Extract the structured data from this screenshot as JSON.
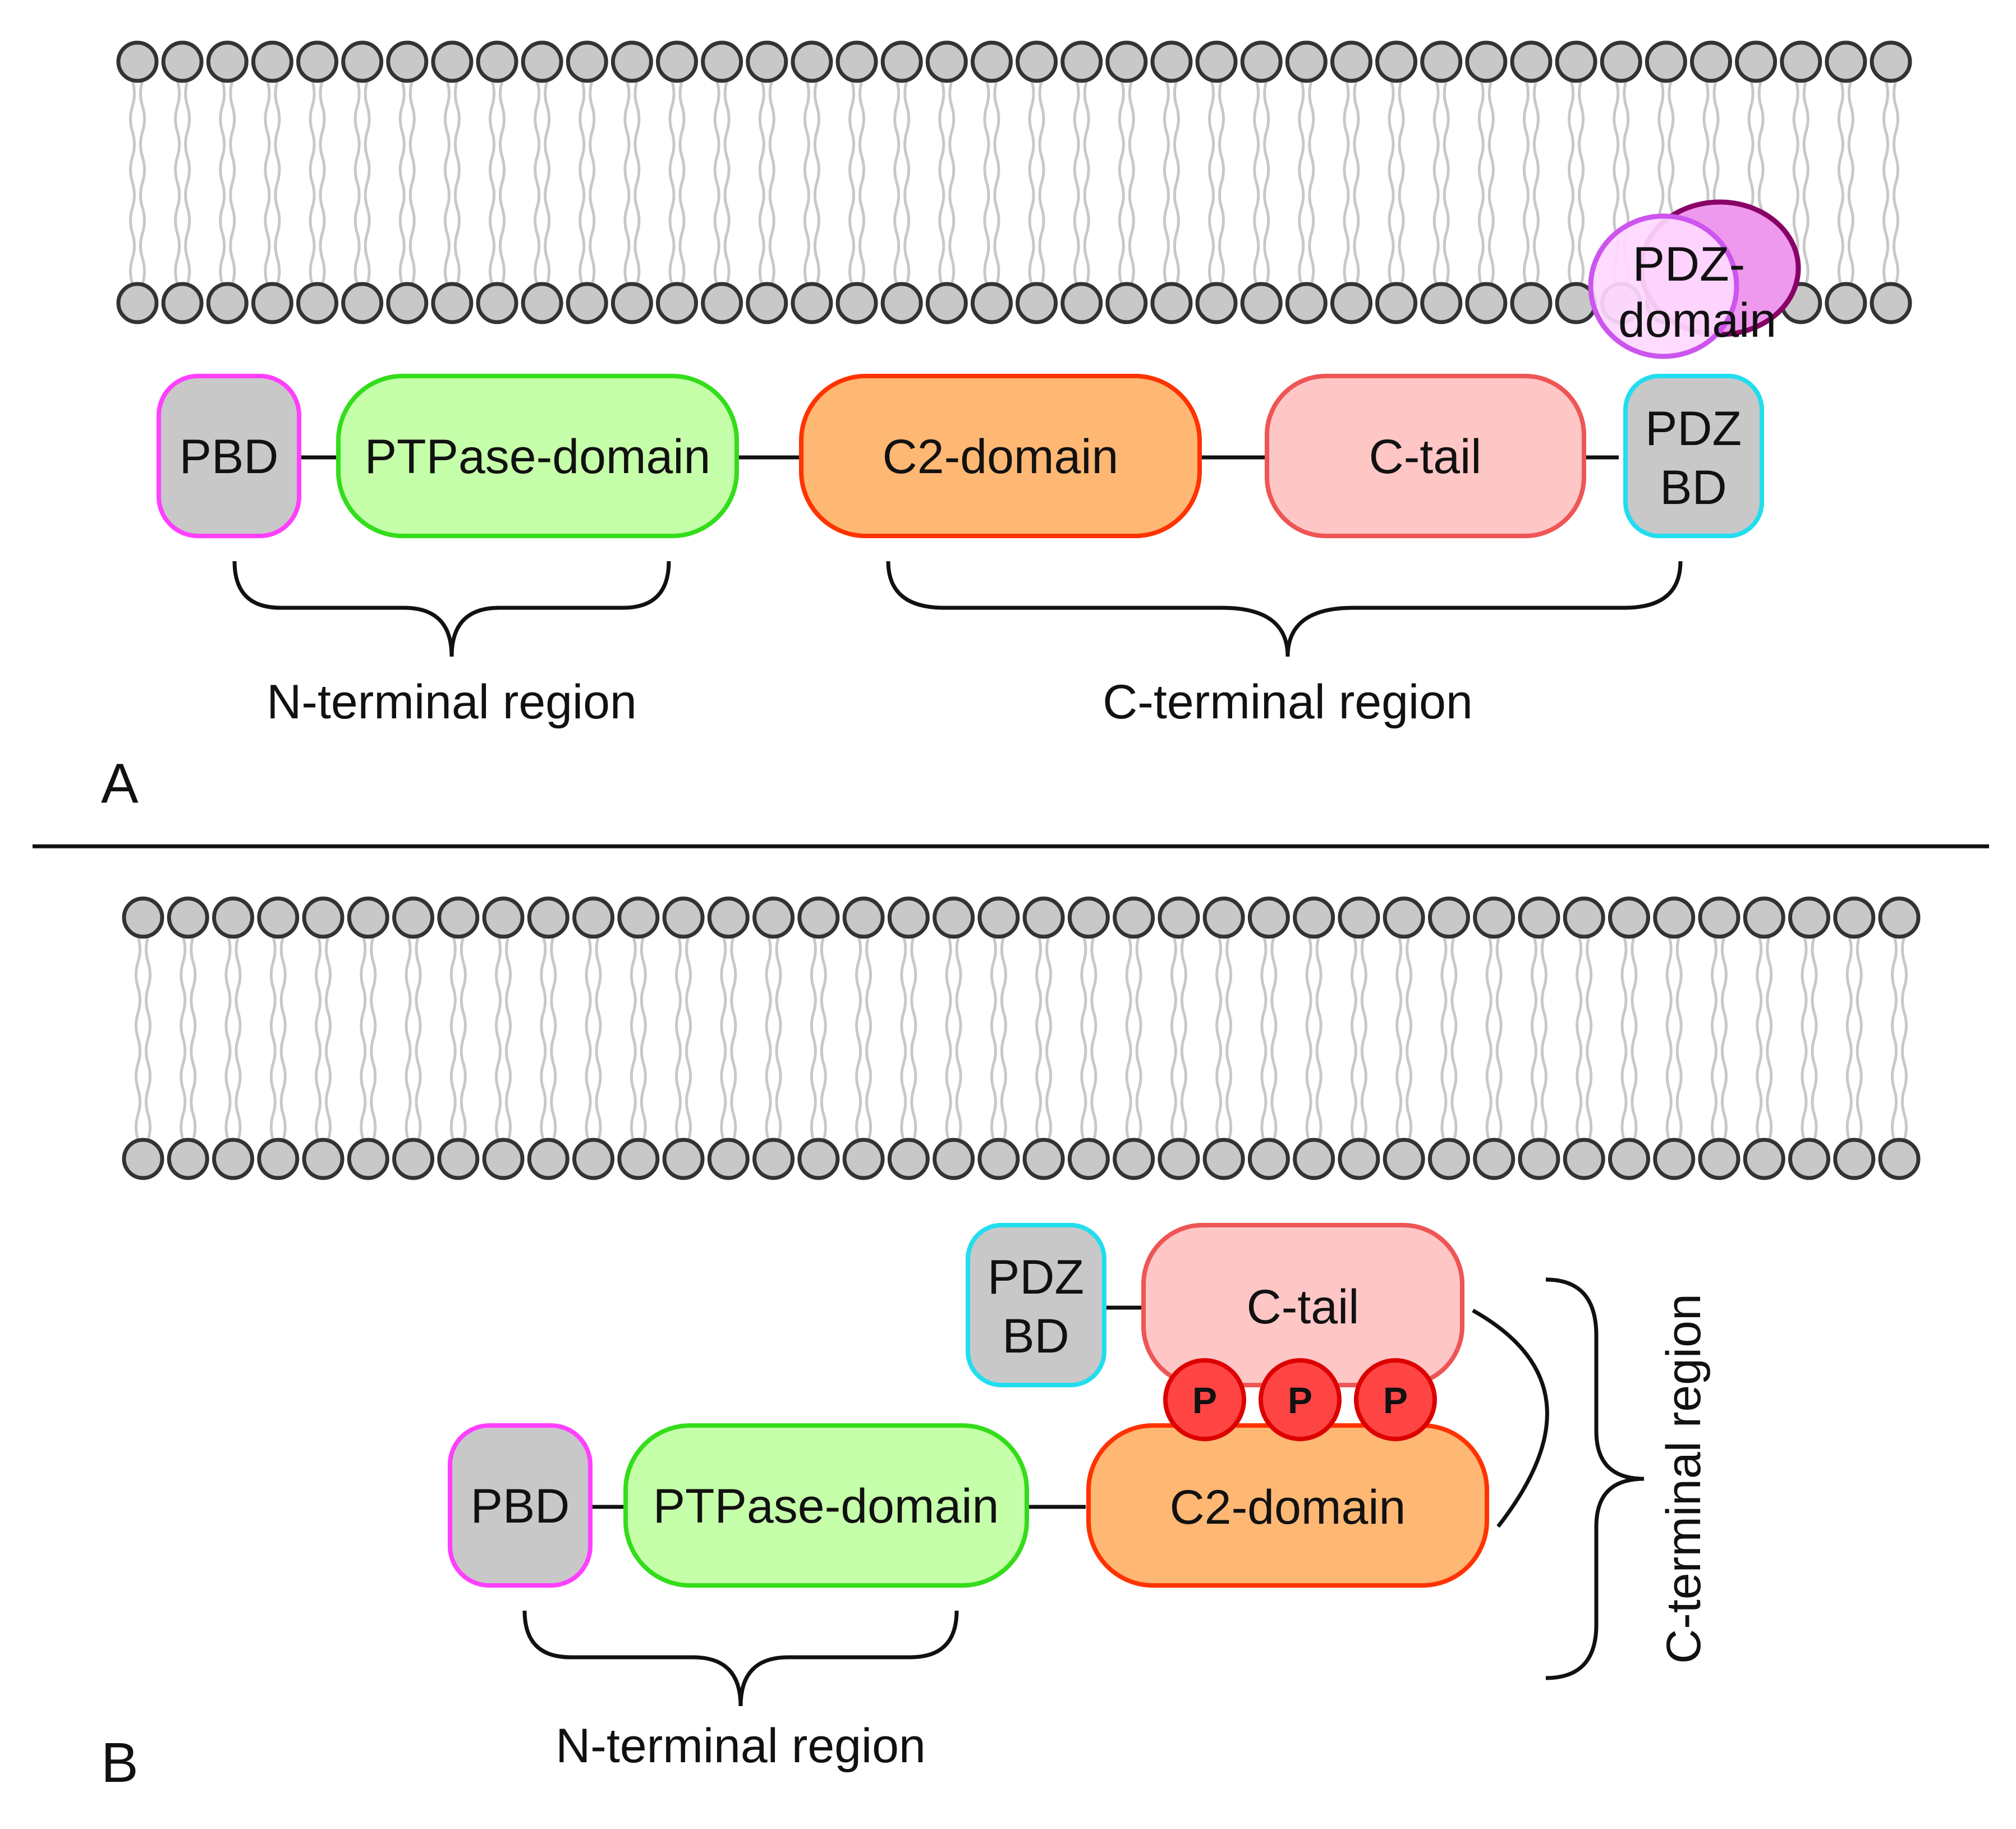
{
  "panels": {
    "a": {
      "label": "A",
      "domains": {
        "pbd": "PBD",
        "ptpase": "PTPase-domain",
        "c2": "C2-domain",
        "ctail": "C-tail",
        "pdzbd_line1": "PDZ",
        "pdzbd_line2": "BD"
      },
      "pdz_domain_line1": "PDZ-",
      "pdz_domain_line2": "domain",
      "n_region": "N-terminal region",
      "c_region": "C-terminal region"
    },
    "b": {
      "label": "B",
      "domains": {
        "pbd": "PBD",
        "ptpase": "PTPase-domain",
        "c2": "C2-domain",
        "ctail": "C-tail",
        "pdzbd_line1": "PDZ",
        "pdzbd_line2": "BD"
      },
      "phospho": [
        "P",
        "P",
        "P"
      ],
      "n_region": "N-terminal region",
      "c_region": "C-terminal region"
    }
  },
  "colors": {
    "pbd_fill": "#c8c8c8",
    "pbd_stroke": "#ff40ff",
    "ptpase_fill": "#c6ffaa",
    "ptpase_stroke": "#33dd1a",
    "c2_fill": "#ffb774",
    "c2_stroke": "#ff3300",
    "ctail_fill": "#ffc6c6",
    "ctail_stroke": "#ee5555",
    "pdzbd_fill": "#c8c8c8",
    "pdzbd_stroke": "#22ddee",
    "pdz_light_fill": "#ffd8ff",
    "pdz_light_stroke": "#cc55ee",
    "pdz_dark_fill": "#ee99ee",
    "pdz_dark_stroke": "#880066",
    "phospho_fill": "#ff4444",
    "phospho_stroke": "#dd0000",
    "lipid_head_fill": "#c8c8c8",
    "lipid_head_stroke": "#333333",
    "lipid_tail": "#c8c8c8"
  }
}
